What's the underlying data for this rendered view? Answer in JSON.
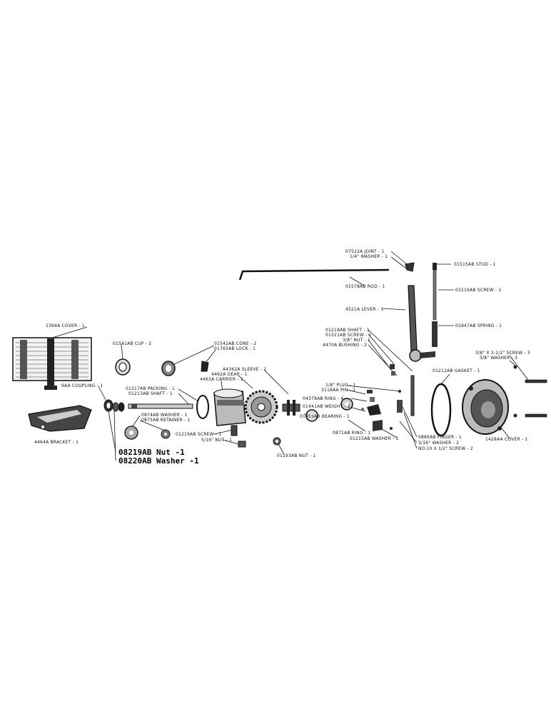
{
  "parts": {
    "cover_1394": "1394A COVER - 1",
    "cup": "01541AB CUP - 2",
    "cone": "01542AB CONE - 2",
    "lock": "01765AB LOCK - 1",
    "sleeve": "A4362A SLEEVE - 1",
    "gear": "4462A GEAR - 1",
    "carrier": "4463A CARRIER - 1",
    "coupling": "9AA COUPLING - 1",
    "packing": "01217AB PACKING - 1",
    "shaft_main": "01213AB SHAFT - 1",
    "washer_0874": "0874AB WASHER - 1",
    "retainer": "0875AB RETAINER - 1",
    "screw_01219": "01219AB SCREW - 1",
    "nut_5_16": "5/16\" NUT - 1",
    "bracket": "4464A BRACKET - 1",
    "nut_08219": "08219AB Nut -1",
    "washer_08220": "08220AB Washer -1",
    "bearing": "01459AB BEARING - 1",
    "nut_01193": "01193AB NUT - 1",
    "joint": "07522A JOINT - 1",
    "washer_1_4": "1/4\" WASHER - 1",
    "rod": "01578AB ROD - 1",
    "lever": "4521A LEVER - 1",
    "stud": "01515AB STUD - 1",
    "screw_01516": "01516AB SCREW - 1",
    "spring": "01847AB SPRING - 1",
    "shaft_01218": "01218AB SHAFT - 1",
    "screw_01521": "01521AB SCREW - 1",
    "nut_3_8": "3/8\" NUT - 1",
    "bushing": "4470A BUSHING - 2",
    "plug": "1/8\" PLUG - 1",
    "pin": "3118AA PIN - 2",
    "ring_04378": "04378AB RING - 4",
    "weight": "01441AB WEIGHT - 2",
    "ring_0871": "0871AB RING - 1",
    "washer_01215": "01215AB WASHER - 1",
    "finger": "0889AB FINGER - 1",
    "washer_3_16": "3/16\" WASHER - 2",
    "screw_no10": "NO.10 X 1/2\" SCREW - 2",
    "gasket": "01212AB GASKET - 1",
    "screw_3_8": "3/8\" X 3-1/2\" SCREW - 3",
    "washer_3_8": "3/8\" WASHER - 3",
    "cover_1428": "1428AA COVER - 1"
  },
  "colors": {
    "ink": "#111111",
    "paper": "#ffffff"
  }
}
